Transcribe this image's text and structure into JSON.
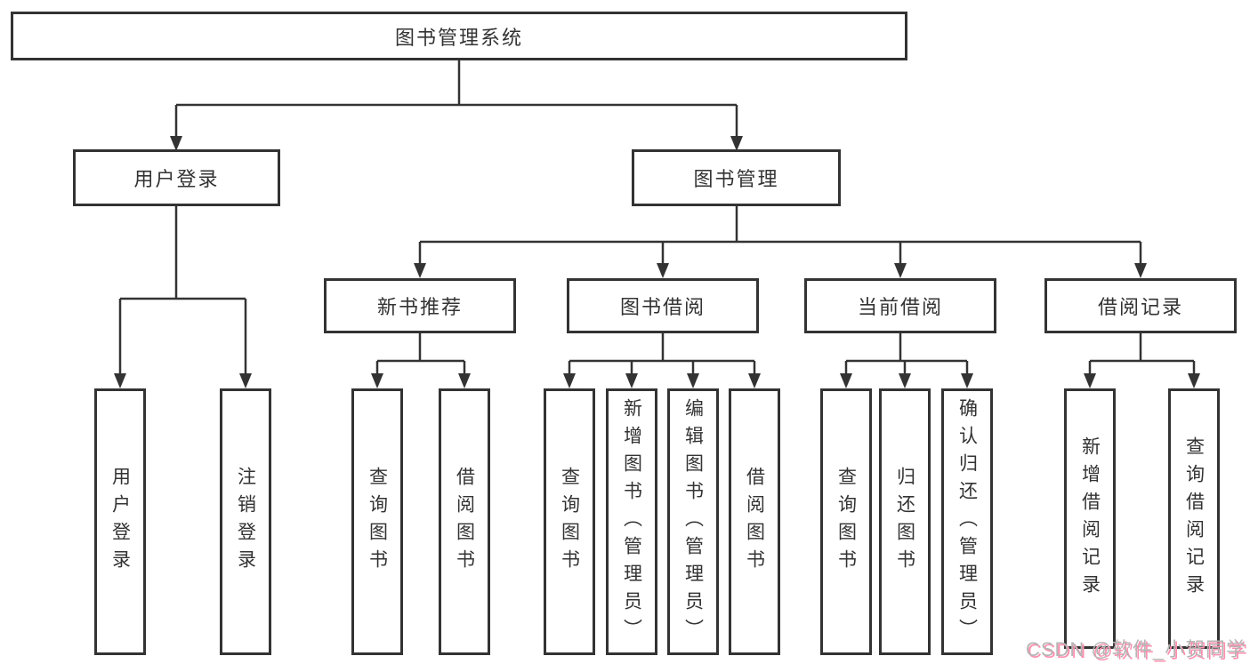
{
  "diagram": {
    "title": {
      "label": "图书管理系统"
    },
    "level2": [
      {
        "label": "用户登录"
      },
      {
        "label": "图书管理"
      }
    ],
    "level3": [
      {
        "label": "新书推荐"
      },
      {
        "label": "图书借阅"
      },
      {
        "label": "当前借阅"
      },
      {
        "label": "借阅记录"
      }
    ],
    "leaves": [
      {
        "label": "用户登录"
      },
      {
        "label": "注销登录"
      },
      {
        "label": "查询图书"
      },
      {
        "label": "借阅图书"
      },
      {
        "label": "查询图书"
      },
      {
        "label": "新增图书（管理员）"
      },
      {
        "label": "编辑图书（管理员）"
      },
      {
        "label": "借阅图书"
      },
      {
        "label": "查询图书"
      },
      {
        "label": "归还图书"
      },
      {
        "label": "确认归还（管理员）"
      },
      {
        "label": "新增借阅记录"
      },
      {
        "label": "查询借阅记录"
      }
    ],
    "watermark": {
      "text": "CSDN @软件_小贺同学"
    },
    "colors": {
      "line": "#333333",
      "text": "#333333",
      "background": "#ffffff",
      "watermark_text": "#b5b5b5",
      "watermark_shadow": "#ff8fae"
    }
  }
}
